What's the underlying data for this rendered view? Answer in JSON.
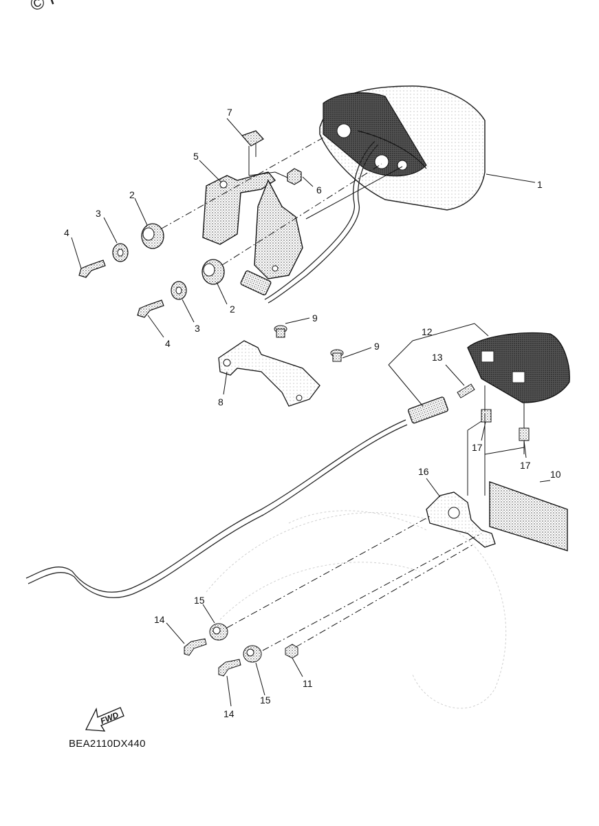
{
  "watermark": {
    "text": "© Partzilla.com"
  },
  "diagram_code": "BEA2110DX440",
  "fwd_label": "FWD",
  "callouts": {
    "c1": "1",
    "c2a": "2",
    "c2b": "2",
    "c3a": "3",
    "c3b": "3",
    "c4a": "4",
    "c4b": "4",
    "c5": "5",
    "c6": "6",
    "c7": "7",
    "c8": "8",
    "c9a": "9",
    "c9b": "9",
    "c10": "10",
    "c11": "11",
    "c12": "12",
    "c13": "13",
    "c14a": "14",
    "c14b": "14",
    "c15a": "15",
    "c15b": "15",
    "c16": "16",
    "c17a": "17",
    "c17b": "17"
  }
}
